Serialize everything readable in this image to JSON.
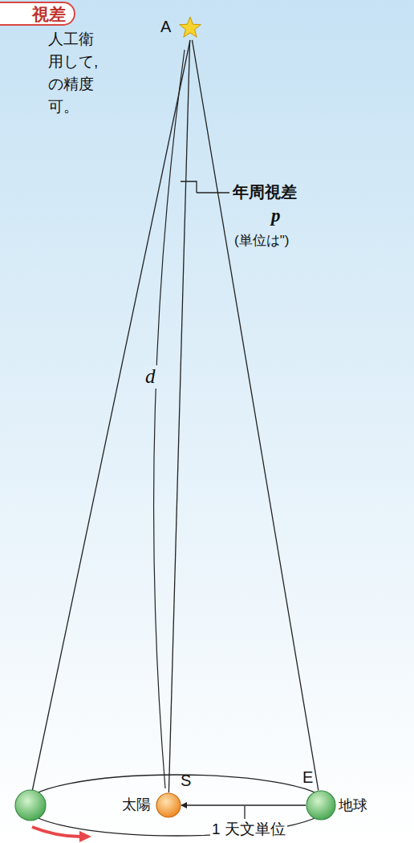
{
  "diagram": {
    "title": "視差",
    "nodes": [
      {
        "text": [
          "A"
        ]
      },
      {
        "text": [
          "S",
          "太陽"
        ]
      },
      {
        "text": [
          "E",
          "地球"
        ]
      }
    ],
    "edges": [
      {
        "from": 0,
        "to": 1,
        "arrow": "none"
      },
      {
        "from": 0,
        "to": 2,
        "arrow": "none"
      },
      {
        "from": 2,
        "to": 1,
        "arrow": "to"
      }
    ],
    "labels": [
      "人工衛",
      "用して,",
      "の精度",
      "可。",
      "年周視差",
      "p",
      "(単位は\")",
      "d",
      "1 天文単位"
    ]
  }
}
